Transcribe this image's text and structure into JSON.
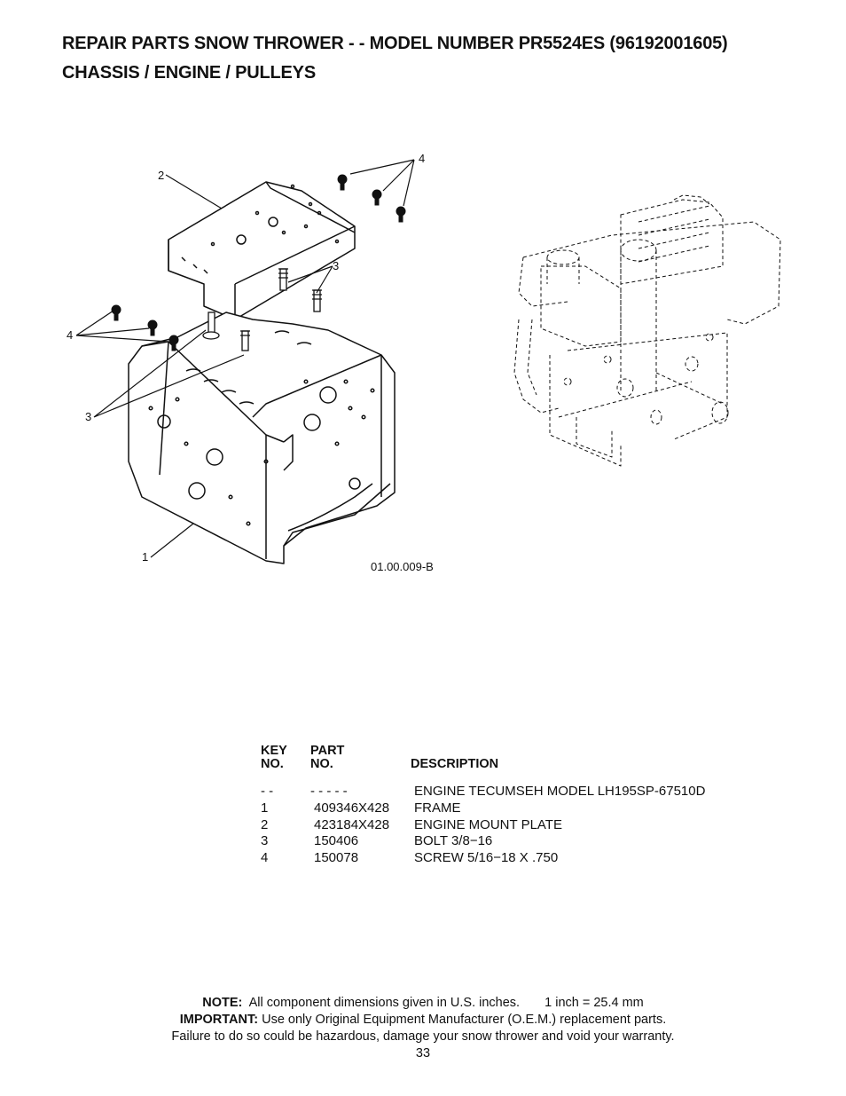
{
  "header": {
    "line1": "REPAIR PARTS  SNOW THROWER - - MODEL NUMBER  PR5524ES (96192001605)",
    "line2": "CHASSIS / ENGINE / PULLEYS"
  },
  "diagram": {
    "callouts": {
      "c1": "1",
      "c2": "2",
      "c3a": "3",
      "c3b": "3",
      "c4a": "4",
      "c4b": "4"
    },
    "code": "01.00.009-B"
  },
  "parts_table": {
    "headers": {
      "key_line1": "KEY",
      "key_line2": "NO.",
      "part_line1": "PART",
      "part_line2": "NO.",
      "desc": "DESCRIPTION"
    },
    "rows": [
      {
        "key": "- -",
        "part": "- - - - -",
        "desc": "ENGINE TECUMSEH MODEL LH195SP-67510D"
      },
      {
        "key": "1",
        "part": "409346X428",
        "desc": "FRAME"
      },
      {
        "key": "2",
        "part": "423184X428",
        "desc": "ENGINE MOUNT PLATE"
      },
      {
        "key": "3",
        "part": "150406",
        "desc": "BOLT 3/8−16"
      },
      {
        "key": "4",
        "part": "150078",
        "desc": "SCREW 5/16−18 X .750"
      }
    ]
  },
  "footer": {
    "note_label": "NOTE:",
    "note_text": "All component dimensions given in U.S. inches.",
    "conversion": "1 inch = 25.4 mm",
    "important_label": "IMPORTANT:",
    "important_text": "Use only Original Equipment Manufacturer (O.E.M.) replacement parts.",
    "warning": "Failure to do so could be hazardous, damage your snow thrower and void your warranty.",
    "page_number": "33"
  }
}
